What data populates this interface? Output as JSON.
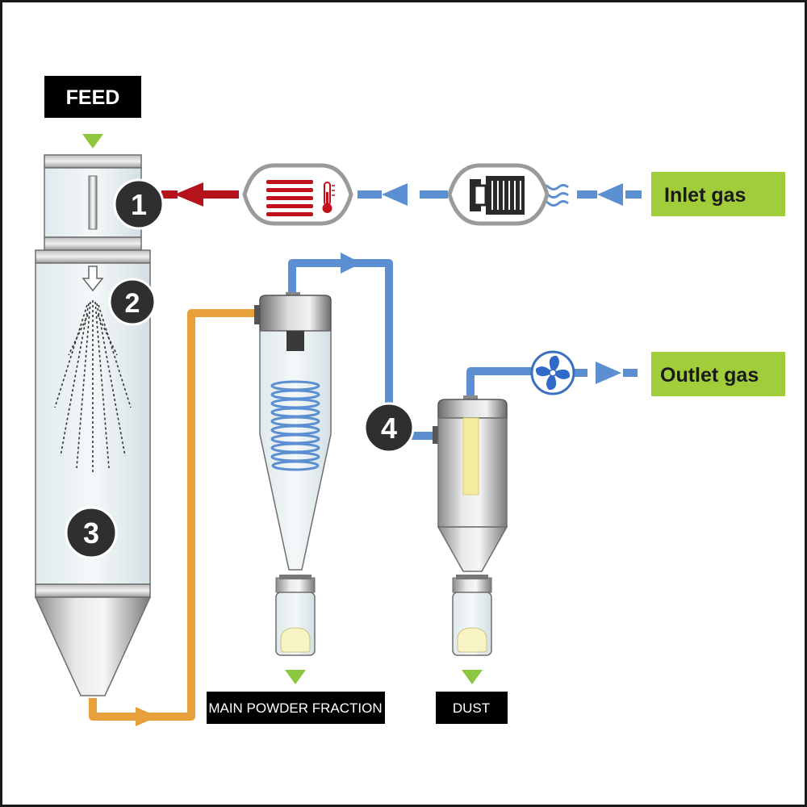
{
  "labels": {
    "feed": "FEED",
    "inlet_gas": "Inlet gas",
    "outlet_gas": "Outlet gas",
    "main_powder": "MAIN POWDER FRACTION",
    "dust": "DUST"
  },
  "steps": [
    "1",
    "2",
    "3",
    "4"
  ],
  "colors": {
    "hot_gas": "#b5121b",
    "cool_gas": "#5b8fd2",
    "product_line": "#e8a13a",
    "label_green": "#a2cd3a",
    "arrow_green": "#8dc63f",
    "step_badge": "#2f2f2f",
    "powder": "#f8f3c4",
    "filter_bag": "#f4eaa0"
  },
  "icons": {
    "heater": "heater-icon",
    "thermometer": "thermometer-icon",
    "filter": "filter-icon",
    "fan": "fan-icon"
  }
}
